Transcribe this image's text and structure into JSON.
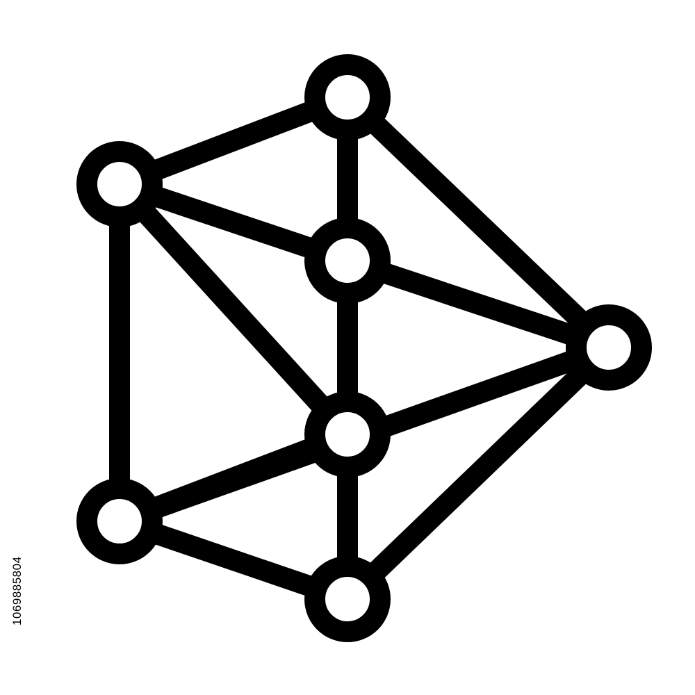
{
  "icon": {
    "name": "molecular-network-icon",
    "stroke_color": "#000000",
    "fill_color": "#ffffff",
    "background_color": "#ffffff",
    "nodes": [
      {
        "id": "n1"
      },
      {
        "id": "n2"
      },
      {
        "id": "n3"
      },
      {
        "id": "n4"
      },
      {
        "id": "n5"
      },
      {
        "id": "n6"
      },
      {
        "id": "n7"
      }
    ],
    "edges": [
      [
        "n1",
        "n2"
      ],
      [
        "n2",
        "n3"
      ],
      [
        "n1",
        "n3"
      ],
      [
        "n2",
        "n4"
      ],
      [
        "n1",
        "n6"
      ],
      [
        "n1",
        "n5"
      ],
      [
        "n3",
        "n6"
      ],
      [
        "n3",
        "n4"
      ],
      [
        "n5",
        "n4"
      ],
      [
        "n5",
        "n6"
      ],
      [
        "n5",
        "n7"
      ],
      [
        "n6",
        "n7"
      ],
      [
        "n4",
        "n7"
      ]
    ]
  },
  "watermark": {
    "stock_id": "1069885804"
  }
}
